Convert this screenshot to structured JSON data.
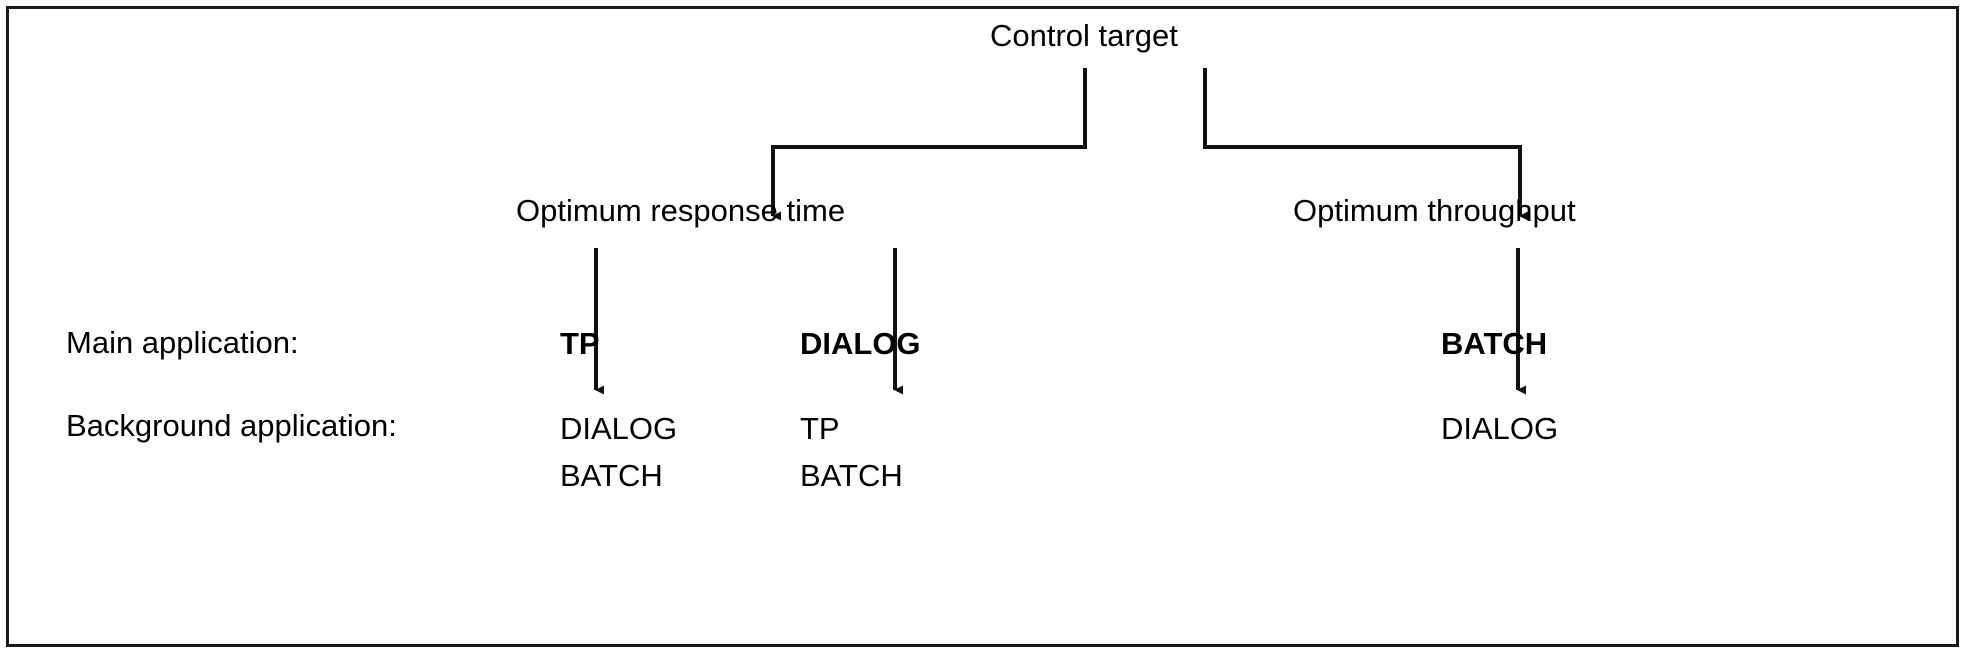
{
  "diagram": {
    "title": "Control target",
    "branches": [
      {
        "label": "Optimum response time"
      },
      {
        "label": "Optimum throughput"
      }
    ],
    "rows": [
      {
        "label": "Main application:"
      },
      {
        "label": "Background application:"
      }
    ],
    "columns": [
      {
        "main_application": "TP",
        "background_applications": [
          "DIALOG",
          "BATCH"
        ]
      },
      {
        "main_application": "DIALOG",
        "background_applications": [
          "TP",
          "BATCH"
        ]
      },
      {
        "main_application": "BATCH",
        "background_applications": [
          "DIALOG"
        ]
      }
    ],
    "style": {
      "line_color": "#1a1a1a",
      "text_color": "#000000",
      "background_color": "#ffffff",
      "border_color": "#1a1a1a"
    }
  }
}
